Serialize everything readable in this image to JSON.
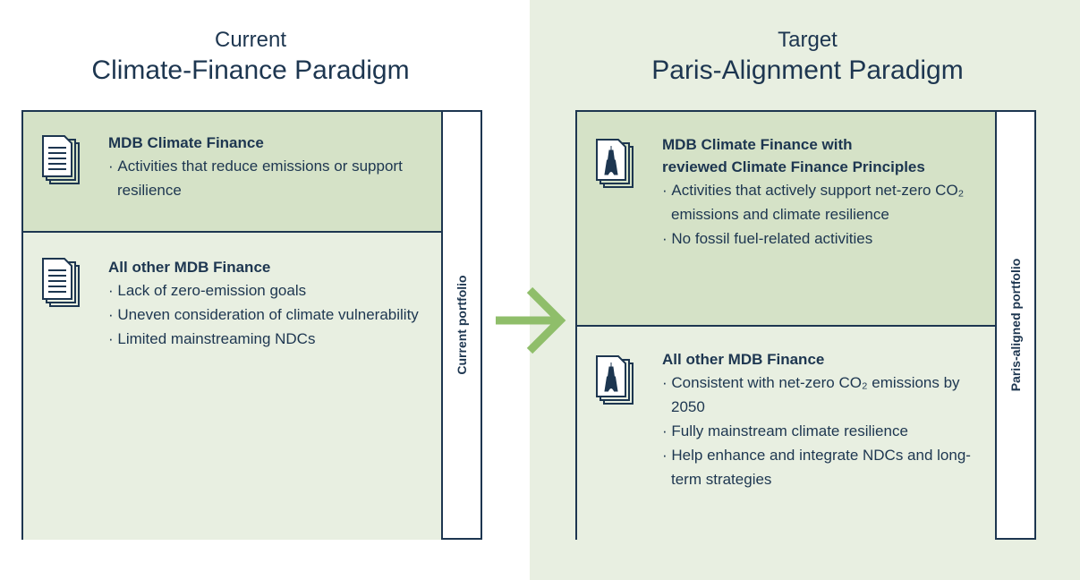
{
  "current": {
    "heading_small": "Current",
    "heading_big": "Climate-Finance Paradigm",
    "side_label": "Current portfolio",
    "top": {
      "title": "MDB Climate Finance",
      "bullets": [
        "Activities that reduce emissions or support resilience"
      ]
    },
    "bottom": {
      "title": "All other MDB Finance",
      "bullets": [
        "Lack of zero-emission goals",
        "Uneven consideration of climate vulnerability",
        "Limited mainstreaming NDCs"
      ]
    }
  },
  "target": {
    "heading_small": "Target",
    "heading_big": "Paris-Alignment Paradigm",
    "side_label": "Paris-aligned portfolio",
    "top": {
      "title_line1": "MDB Climate Finance with",
      "title_line2": "reviewed Climate Finance Principles",
      "bullets": [
        "Activities that actively support net-zero CO₂ emissions and climate resilience",
        "No fossil fuel-related activities"
      ]
    },
    "bottom": {
      "title": "All other MDB Finance",
      "bullets": [
        "Consistent with net-zero CO₂ emissions by 2050",
        "Fully mainstream climate resilience",
        "Help enhance and integrate NDCs and long-term strategies"
      ]
    }
  },
  "icons": {
    "current_document": "document-stack-icon",
    "target_document": "eiffel-document-stack-icon",
    "transition_arrow": "right-arrow-icon"
  },
  "colors": {
    "navy": "#1d3650",
    "light_green": "#e8efe1",
    "mid_green": "#d5e2c7",
    "arrow_green": "#8fbe6a"
  }
}
